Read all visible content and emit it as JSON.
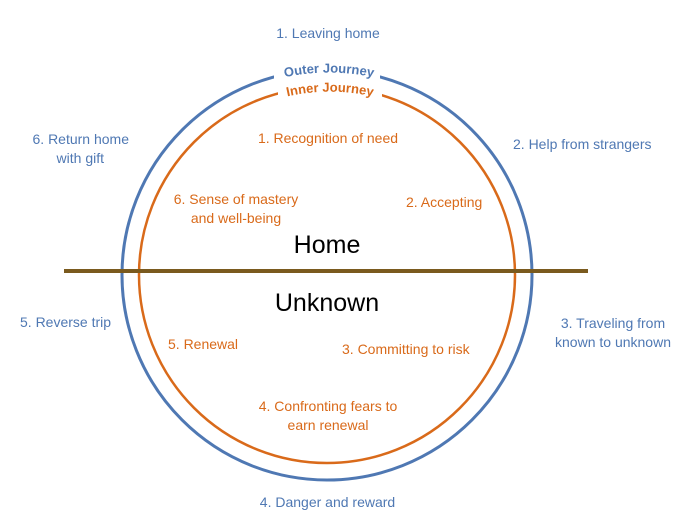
{
  "colors": {
    "outer": "#4f78b3",
    "inner": "#d96a1a",
    "divider": "#7a5a1e",
    "big_text": "#000000"
  },
  "rings": {
    "outer_label": "Outer Journey",
    "inner_label": "Inner Journey"
  },
  "regions": {
    "top": "Home",
    "bottom": "Unknown"
  },
  "outer_steps": {
    "s1": "1. Leaving home",
    "s2": "2. Help from strangers",
    "s3_line1": "3. Traveling from",
    "s3_line2": "known to unknown",
    "s4": "4. Danger and reward",
    "s5": "5. Reverse trip",
    "s6_line1": "6. Return home",
    "s6_line2": "with gift"
  },
  "inner_steps": {
    "s1": "1. Recognition of need",
    "s2": "2.  Accepting",
    "s3": "3.  Committing to risk",
    "s4_line1": "4. Confronting fears to",
    "s4_line2": "earn renewal",
    "s5": "5. Renewal",
    "s6_line1": "6. Sense of mastery",
    "s6_line2": "and well-being"
  }
}
